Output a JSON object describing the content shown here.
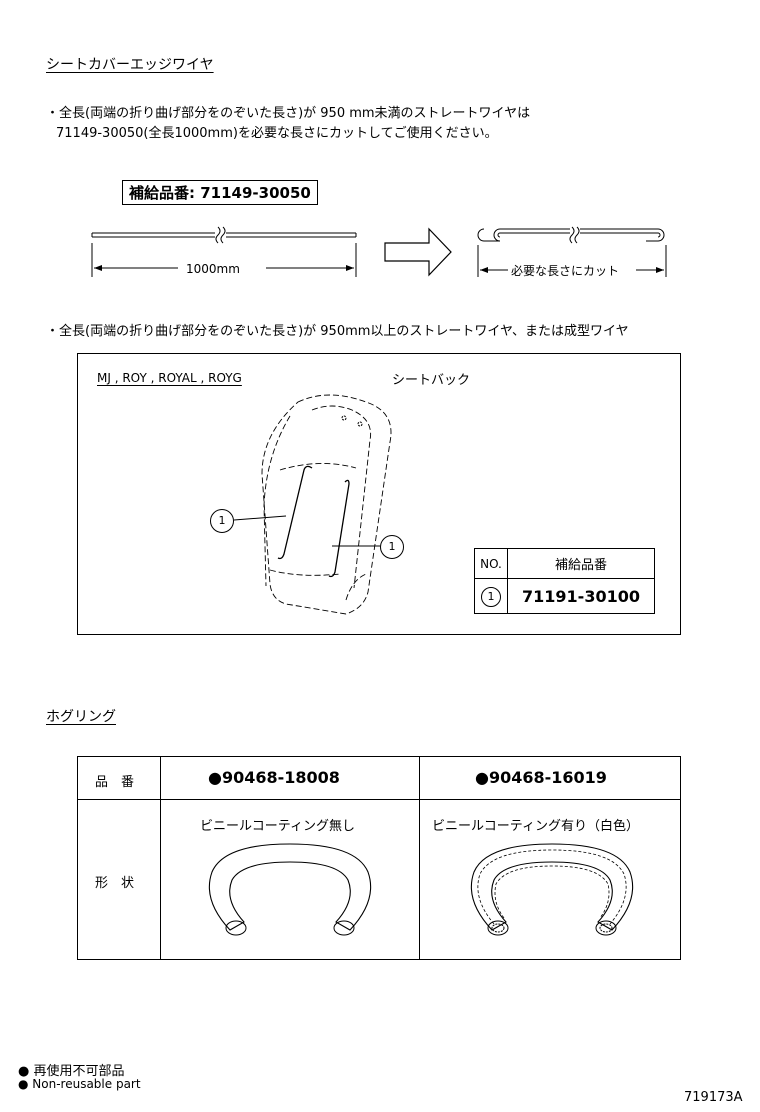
{
  "section1": {
    "title": "シートカバーエッジワイヤ",
    "note_line1": "・全長(両端の折り曲げ部分をのぞいた長さ)が 950 mm未満のストレートワイヤは",
    "note_line2": "71149-30050(全長1000mm)を必要な長さにカットしてご使用ください。",
    "part_box": "補給品番: 71149-30050",
    "length_label": "1000mm",
    "cut_label": "必要な長さにカット"
  },
  "section2": {
    "note": "・全長(両端の折り曲げ部分をのぞいた長さ)が 950mm以上のストレートワイヤ、または成型ワイヤ",
    "models": "MJ , ROY , ROYAL , ROYG",
    "part_name": "シートバック",
    "callout_1": "1",
    "callout_2": "1",
    "table_no_header": "NO.",
    "table_part_header": "補給品番",
    "table_row_no": "1",
    "table_row_part": "71191-30100"
  },
  "section3": {
    "title": "ホグリング",
    "row1_label": "品　番",
    "row2_label": "形　状",
    "col1_part": "●90468-18008",
    "col2_part": "●90468-16019",
    "col1_desc": "ビニールコーティング無し",
    "col2_desc": "ビニールコーティング有り（白色）"
  },
  "footer": {
    "legend_jp": "● 再使用不可部品",
    "legend_en": "● Non-reusable part",
    "figure_id": "719173A"
  }
}
